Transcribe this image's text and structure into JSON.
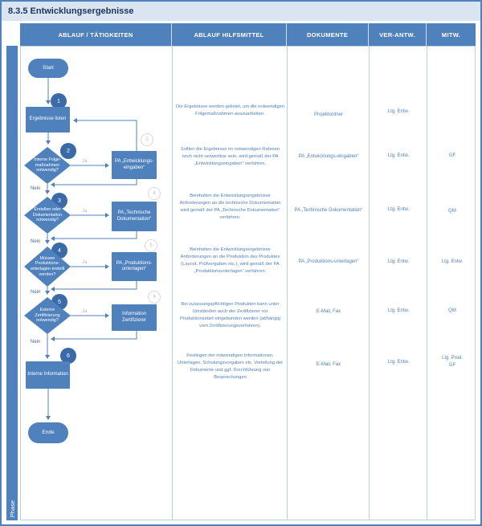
{
  "title": "8.3.5 Entwicklungsergebnisse",
  "phase_label": "Phase",
  "header": {
    "col_activities": "ABLAUF / TÄTIGKEITEN",
    "col_tools": "ABLAUF HILFSMITTEL",
    "col_documents": "DOKUMENTE",
    "col_responsible": "VER-ANTW.",
    "col_participants": "MITW."
  },
  "flow": {
    "start_label": "Start",
    "end_label": "Ende",
    "yes_label": "Ja",
    "no_label": "Nein",
    "steps": [
      {
        "num": "1",
        "label": "Ergebnisse listen"
      },
      {
        "num": "2",
        "label": "Interne Folge-maßnahmen notwendig?",
        "ref": "3",
        "side_label": "PA „Entwicklungs-eingaben“"
      },
      {
        "num": "3",
        "label": "Erstellen oder Dokumentation notwendig?",
        "ref": "4",
        "side_label": "PA „Technische Dokumentation“"
      },
      {
        "num": "4",
        "label": "Müssen Produktions-unterlagen erstellt werden?",
        "ref": "5",
        "side_label": "PA „Produktions-unterlagen“"
      },
      {
        "num": "5",
        "label": "Externe Zertifizierung notwendig?",
        "ref": "6",
        "side_label": "Information Zertifizierer"
      },
      {
        "num": "6",
        "label": "Interne Information"
      }
    ]
  },
  "rows": [
    {
      "tools": "Die Ergebnisse werden gelistet, um die notwendigen Folgemaßnahmen auszuarbeiten.",
      "documents": "Projektordner",
      "responsible": "Ltg. Entw.",
      "participants": ""
    },
    {
      "tools": "Sollten die Ergebnisse im notwendigen Rahmen noch nicht verwertbar sein, wird gemäß der PA „Entwicklungseingaben“ verfahren.",
      "documents": "PA „Entwicklungs-eingaben“",
      "responsible": "Ltg. Entw.",
      "participants": "GF"
    },
    {
      "tools": "Beinhalten die Entwicklungsergebnisse Anforderungen an die technische Dokumentation wird gemäß der PA „Technische Dokumentation“ verfahren.",
      "documents": "PA „Technische Dokumentation“",
      "responsible": "Ltg. Entw.",
      "participants": "QM"
    },
    {
      "tools": "Beinhalten die Entwicklungsergebnisse Anforderungen an die Produktion des Produktes (Layout, Prüfvorgaben etc.), wird gemäß der PA „Produktionsunterlagen“ verfahren.",
      "documents": "PA „Produktions-unterlagen“",
      "responsible": "Ltg. Entw.",
      "participants": "Ltg. Entw."
    },
    {
      "tools": "Bei zulassungspflichtigen Produkten kann unter Umständen auch der Zertifizierer vor Produktionsstart eingebunden werden (abhängig vom Zertifizierungsverfahren).",
      "documents": "E-Mail, Fax",
      "responsible": "Ltg. Entw.",
      "participants": "QM"
    },
    {
      "tools": "Festlegen der notwendigen Informationen, Unterlagen, Schulungsvorgaben etc. Verteilung der Dokumente und ggf. Durchführung von Besprechungen",
      "documents": "E-Mail, Fax",
      "responsible": "Ltg. Entw.",
      "participants": "Ltg. Prod. GF"
    }
  ],
  "colors": {
    "accent": "#4f81bd",
    "title_bg": "#dbe5f1",
    "title_text": "#17365d",
    "grid_line": "#b9cde3",
    "step_circle": "#3a6ba8"
  }
}
